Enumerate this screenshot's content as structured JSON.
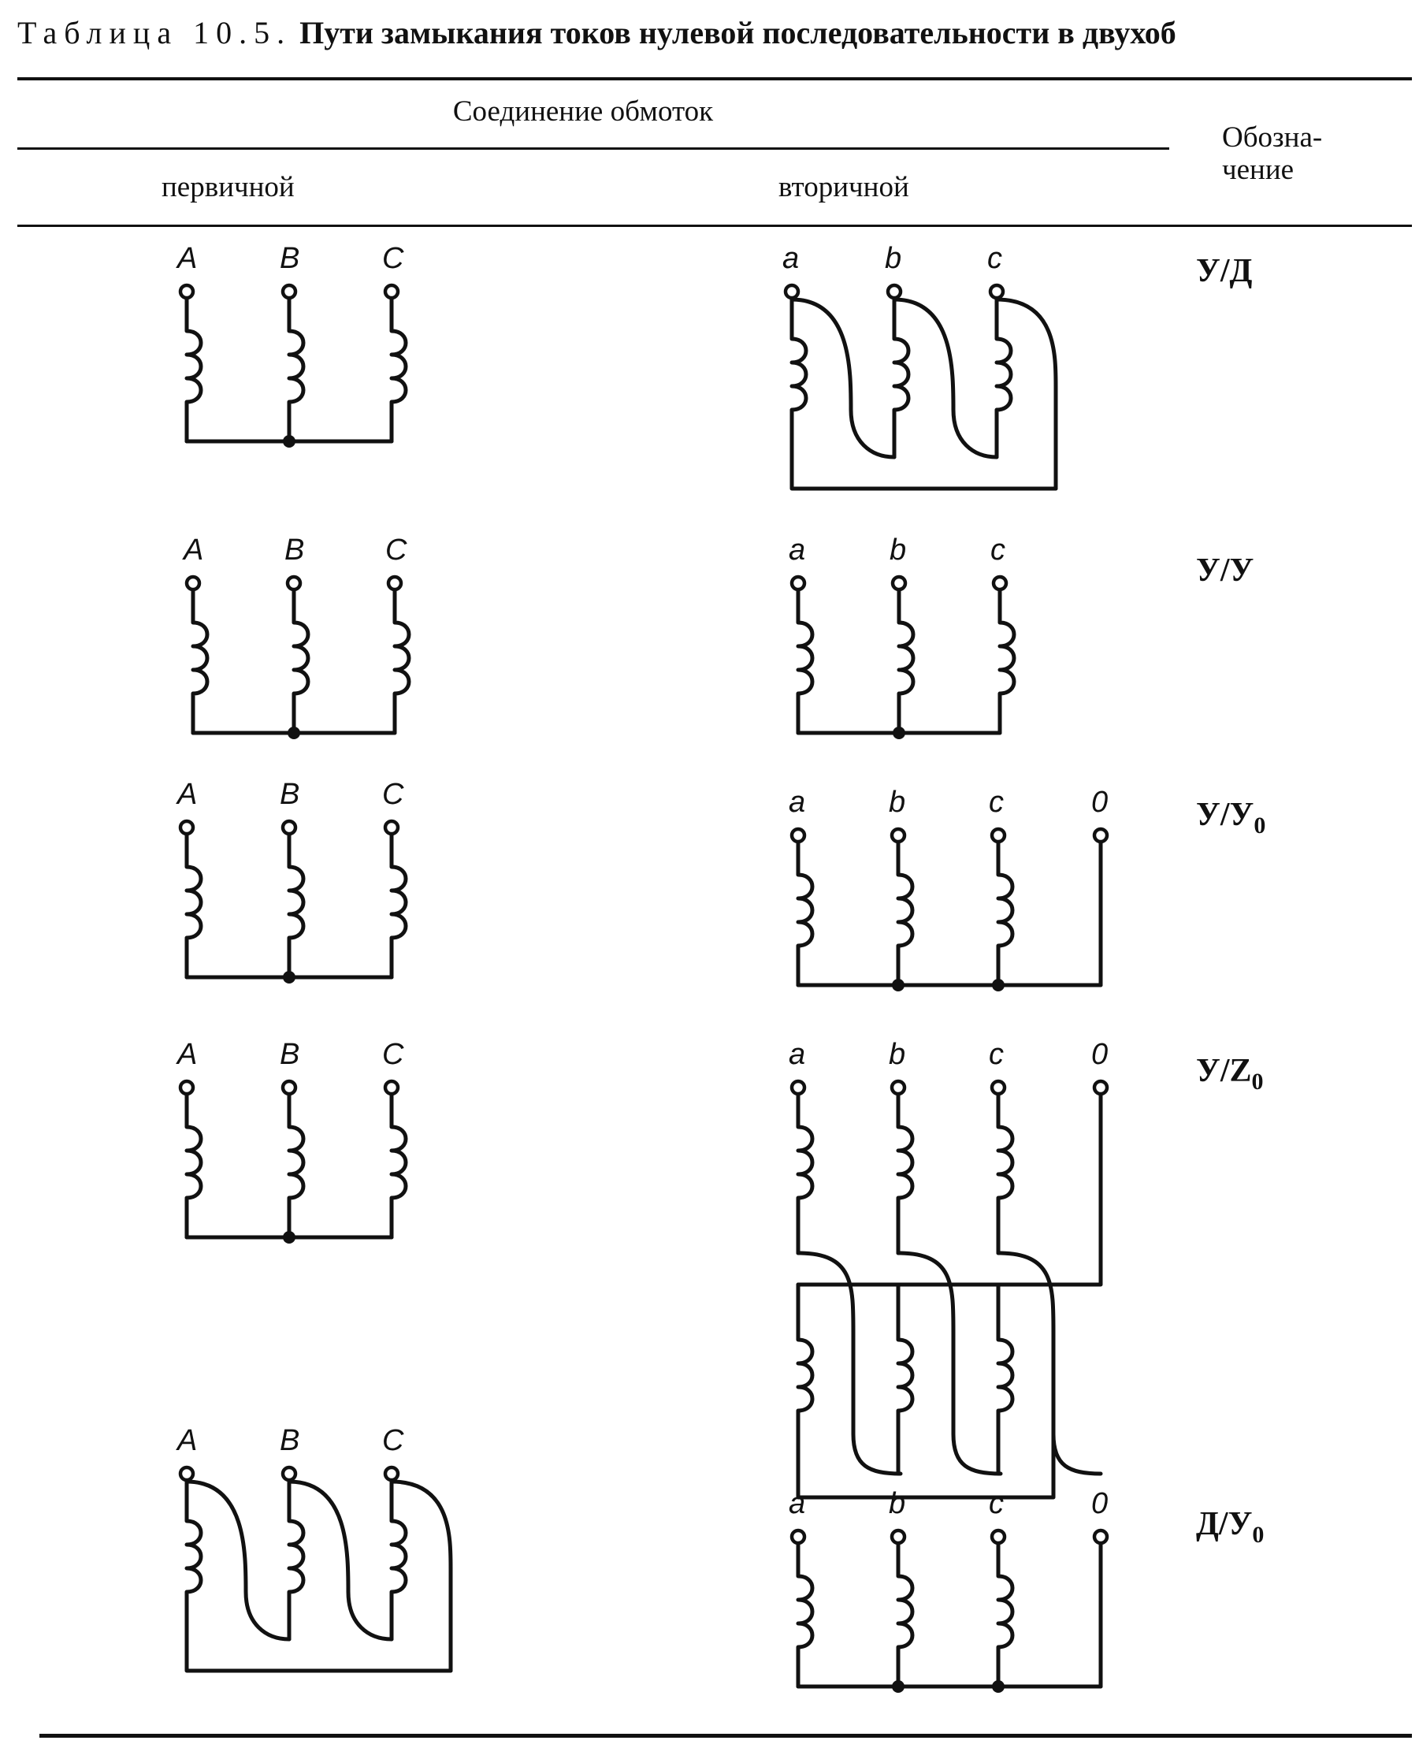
{
  "title": {
    "lead": "Таблица 10.5.",
    "rest": "Пути замыкания токов нулевой последовательности в двухоб"
  },
  "header": {
    "group": "Соединение обмоток",
    "primary": "первичной",
    "secondary": "вторичной",
    "designation": "Обозна-\nчение"
  },
  "rows": [
    {
      "designation": "У/Д",
      "designation_sub": "",
      "primary": {
        "labels": [
          "A",
          "B",
          "C"
        ],
        "connection": "star"
      },
      "secondary": {
        "labels": [
          "a",
          "b",
          "c"
        ],
        "connection": "delta"
      }
    },
    {
      "designation": "У/У",
      "designation_sub": "",
      "primary": {
        "labels": [
          "A",
          "B",
          "C"
        ],
        "connection": "star"
      },
      "secondary": {
        "labels": [
          "a",
          "b",
          "c"
        ],
        "connection": "star"
      }
    },
    {
      "designation": "У/У",
      "designation_sub": "0",
      "primary": {
        "labels": [
          "A",
          "B",
          "C"
        ],
        "connection": "star"
      },
      "secondary": {
        "labels": [
          "a",
          "b",
          "c",
          "0"
        ],
        "connection": "star-neutral"
      }
    },
    {
      "designation": "У/Z",
      "designation_sub": "0",
      "primary": {
        "labels": [
          "A",
          "B",
          "C"
        ],
        "connection": "star"
      },
      "secondary": {
        "labels": [
          "a",
          "b",
          "c",
          "0"
        ],
        "connection": "zigzag-neutral"
      }
    },
    {
      "designation": "Д/У",
      "designation_sub": "0",
      "primary": {
        "labels": [
          "A",
          "B",
          "C"
        ],
        "connection": "delta"
      },
      "secondary": {
        "labels": [
          "a",
          "b",
          "c",
          "0"
        ],
        "connection": "star-neutral"
      }
    }
  ]
}
